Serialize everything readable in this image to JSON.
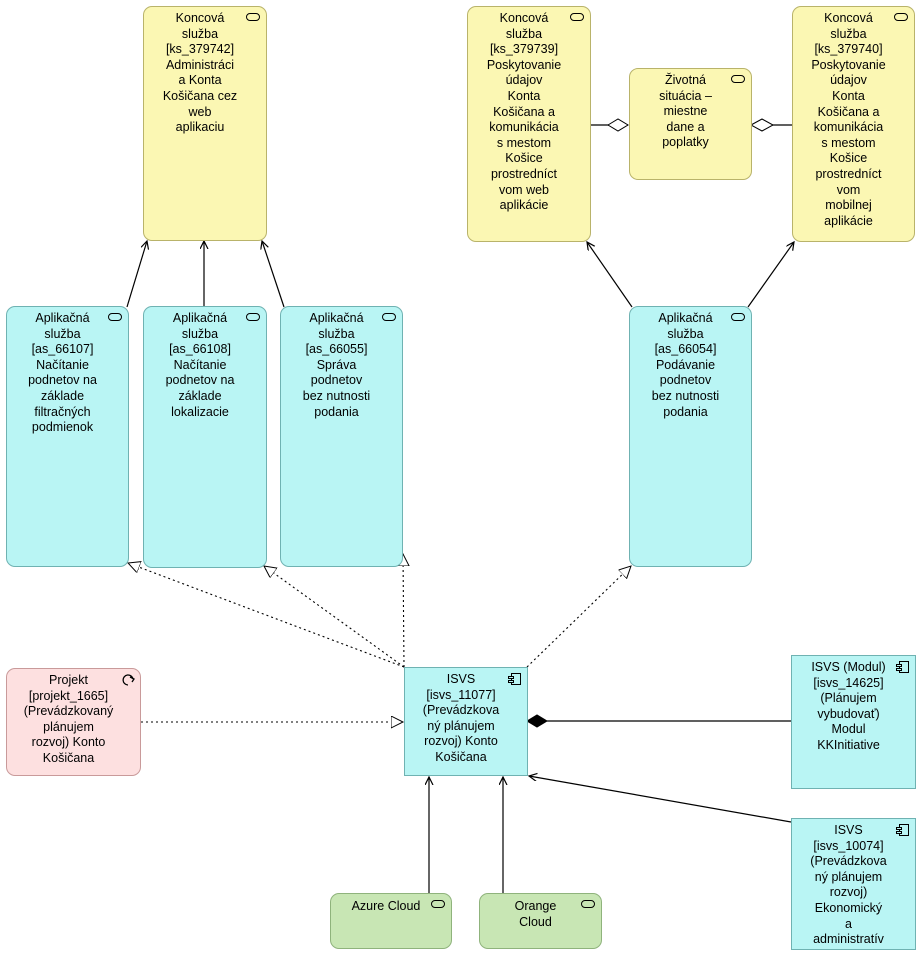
{
  "nodes": {
    "ks_379742": "Koncová\nslužba\n[ks_379742]\nAdministráci\na Konta\nKošičana cez\nweb\naplikaciu",
    "ks_379739": "Koncová\nslužba\n[ks_379739]\nPoskytovanie\núdajov\nKonta\nKošičana a\nkomunikácia\ns mestom\nKošice\nprostredníct\nvom web\naplikácie",
    "zivotna_situacia": "Životná\nsituácia –\nmiestne\ndane a\npoplatky",
    "ks_379740": "Koncová\nslužba\n[ks_379740]\nPoskytovanie\núdajov\nKonta\nKošičana a\nkomunikácia\ns mestom\nKošice\nprostredníct\nvom\nmobilnej\naplikácie",
    "as_66107": "Aplikačná\nslužba\n[as_66107]\nNačítanie\npodnetov na\nzáklade\nfiltračných\npodmienok",
    "as_66108": "Aplikačná\nslužba\n[as_66108]\nNačítanie\npodnetov na\nzáklade\nlokalizacie",
    "as_66055": "Aplikačná\nslužba\n[as_66055]\nSpráva\npodnetov\nbez nutnosti\npodania",
    "as_66054": "Aplikačná\nslužba\n[as_66054]\nPodávanie\npodnetov\nbez nutnosti\npodania",
    "projekt_1665": "Projekt\n[projekt_1665]\n(Prevádzkovaný\nplánujem\nrozvoj) Konto\nKošičana",
    "isvs_11077": "ISVS\n[isvs_11077]\n(Prevádzkova\nný plánujem\nrozvoj) Konto\nKošičana",
    "isvs_14625": "ISVS (Modul)\n[isvs_14625]\n(Plánujem\nvybudovať)\nModul\nKKInitiative",
    "isvs_10074": "ISVS\n[isvs_10074]\n(Prevádzkova\nný plánujem\nrozvoj)\nEkonomický\na\nadministratív",
    "azure_cloud": "Azure Cloud",
    "orange_cloud": "Orange\nCloud"
  },
  "colors": {
    "business": "#fbf7b3",
    "application": "#b9f5f4",
    "project": "#fde0e0",
    "technology": "#c8e6b4"
  },
  "icons": {
    "service": "service-rounded-rect-icon",
    "component": "component-icon",
    "process": "process-arrow-icon"
  }
}
